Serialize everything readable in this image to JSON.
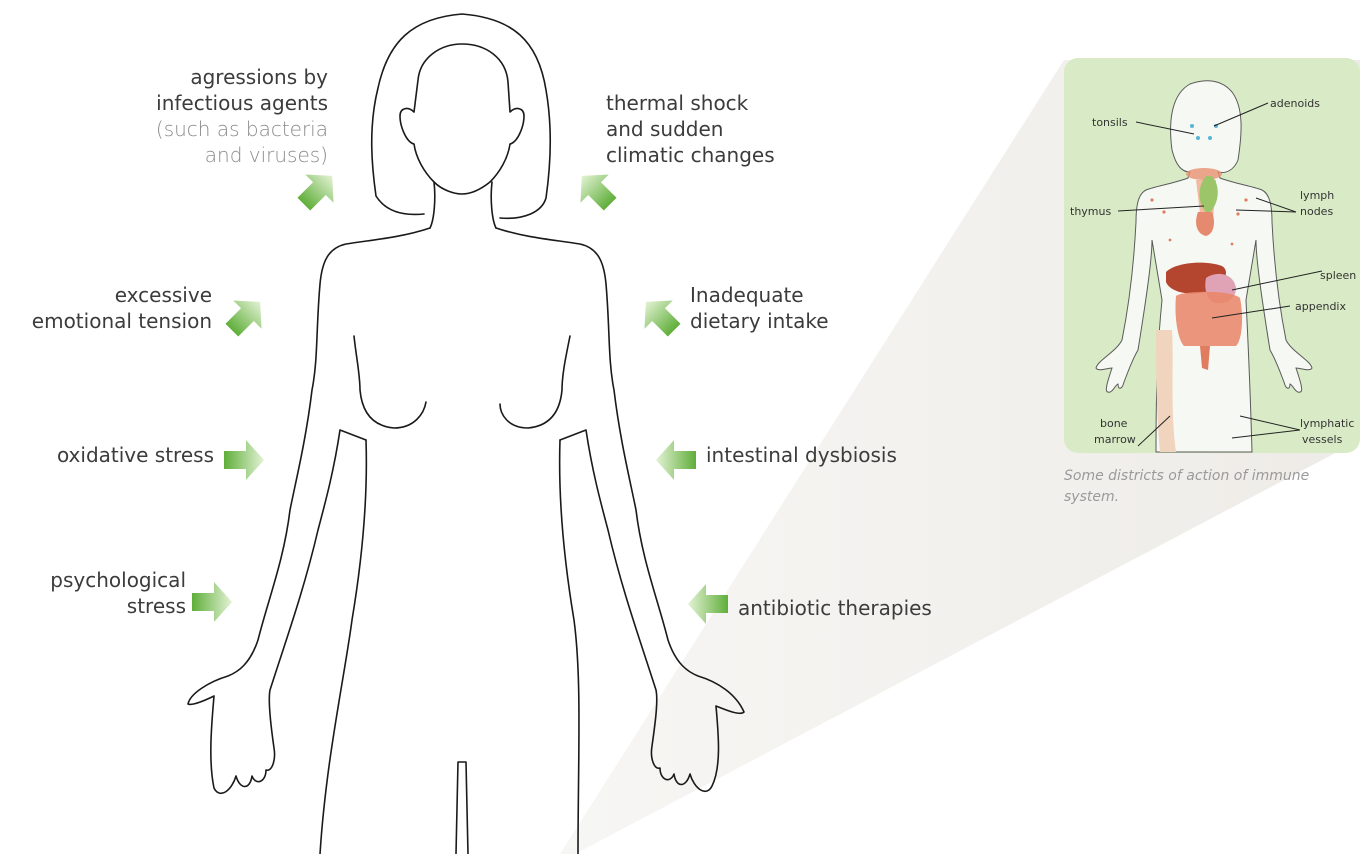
{
  "factors_left": [
    {
      "id": "infectious",
      "lines": [
        "agressions by",
        "infectious agents"
      ],
      "sub_lines": [
        "(such as bacteria",
        "and viruses)"
      ]
    },
    {
      "id": "emotional",
      "lines": [
        "excessive",
        "emotional tension"
      ]
    },
    {
      "id": "oxidative",
      "lines": [
        "oxidative stress"
      ]
    },
    {
      "id": "psychological",
      "lines": [
        "psychological",
        "stress"
      ]
    }
  ],
  "factors_right": [
    {
      "id": "thermal",
      "lines": [
        "thermal shock",
        "and sudden",
        "climatic changes"
      ]
    },
    {
      "id": "dietary",
      "lines": [
        "Inadequate",
        "dietary intake"
      ]
    },
    {
      "id": "dysbiosis",
      "lines": [
        "intestinal dysbiosis"
      ]
    },
    {
      "id": "antibiotic",
      "lines": [
        "antibiotic therapies"
      ]
    }
  ],
  "inset": {
    "labels": {
      "tonsils": "tonsils",
      "adenoids": "adenoids",
      "thymus": "thymus",
      "lymph_nodes": [
        "lymph",
        "nodes"
      ],
      "spleen": "spleen",
      "appendix": "appendix",
      "bone_marrow": [
        "bone",
        "marrow"
      ],
      "lymphatic_vessels": [
        "lymphatic",
        "vessels"
      ]
    },
    "caption": "Some districts of action of immune system."
  },
  "colors": {
    "arrow_dark": "#5fae3a",
    "arrow_light": "#e3f2d4",
    "inset_bg": "#d9ebc6",
    "outline": "#1a1a1a",
    "text": "#3c3c3c",
    "caption": "#9a9a9a"
  }
}
